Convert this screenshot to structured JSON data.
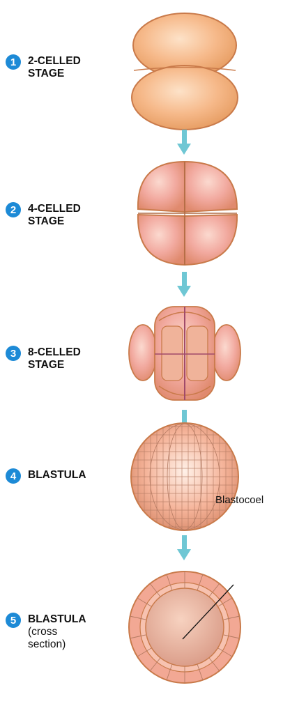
{
  "stages": [
    {
      "number": "1",
      "label_line1": "2-CELLED",
      "label_line2": "STAGE"
    },
    {
      "number": "2",
      "label_line1": "4-CELLED",
      "label_line2": "STAGE"
    },
    {
      "number": "3",
      "label_line1": "8-CELLED",
      "label_line2": "STAGE"
    },
    {
      "number": "4",
      "label_line1": "BLASTULA",
      "label_line2": ""
    },
    {
      "number": "5",
      "label_line1": "BLASTULA",
      "label_line2": "(cross",
      "label_line3": "section)"
    }
  ],
  "callout": {
    "text": "Blastocoel"
  },
  "colors": {
    "badge": "#1d8ad6",
    "arrow": "#6fc7d4",
    "cell_fill": "#f6b98a",
    "cell_edge": "#c97a4a",
    "cell_pink": "#ec9ca0"
  }
}
